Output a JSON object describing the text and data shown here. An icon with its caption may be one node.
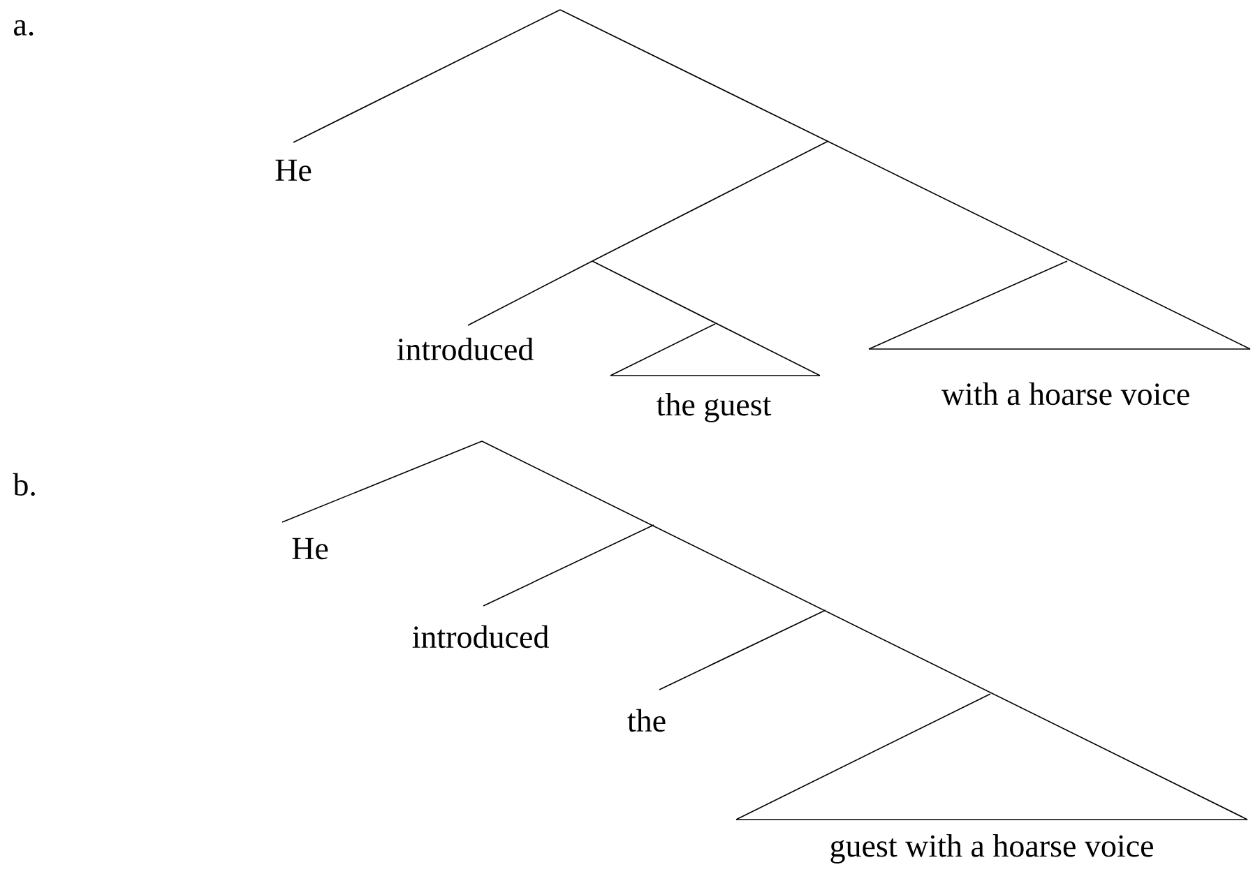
{
  "diagram": {
    "labels": [
      "a.",
      "He",
      "introduced",
      "the guest",
      "with a hoarse voice",
      "b.",
      "He",
      "introduced",
      "the",
      "guest with a hoarse voice"
    ]
  }
}
